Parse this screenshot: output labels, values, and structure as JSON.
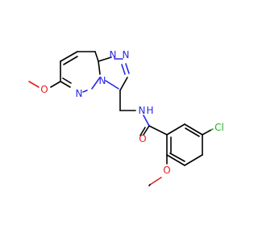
{
  "molecule": {
    "colors": {
      "carbon": "#000000",
      "nitrogen": "#2828e6",
      "oxygen": "#e61e1e",
      "chlorine": "#24b224",
      "background": "#ffffff"
    },
    "labels": {
      "n_triazole_top_left": "N",
      "n_triazole_top_right": "N",
      "n_bridge": "N",
      "n_pyridazine": "N",
      "o_methoxy_left": "O",
      "o_amide": "O",
      "n_amide": "N",
      "h_amide": "H",
      "o_methoxy_right": "O",
      "cl": "Cl"
    }
  }
}
